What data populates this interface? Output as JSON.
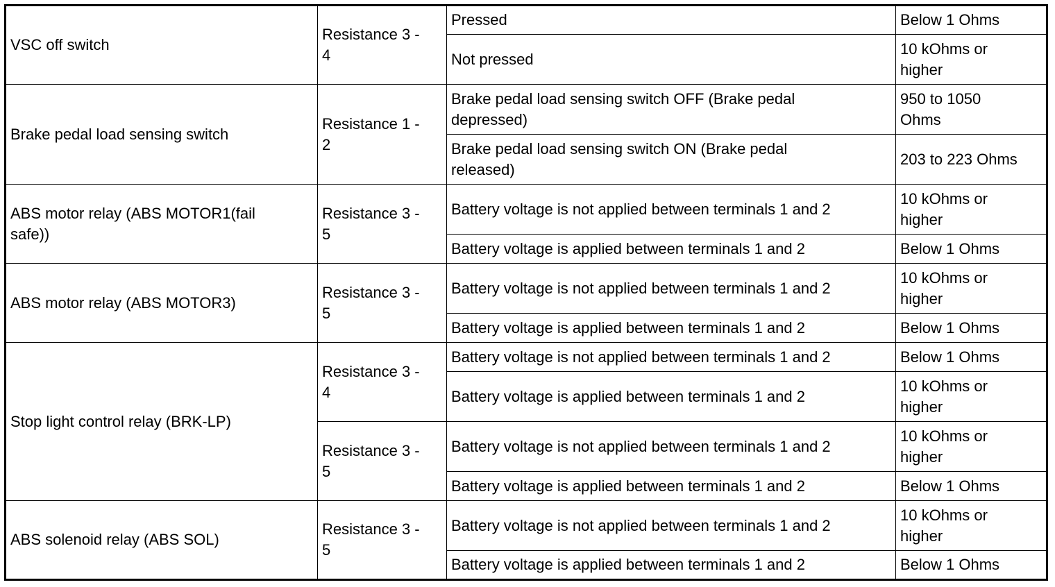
{
  "table": {
    "rows": [
      {
        "component": "VSC off switch",
        "groups": [
          {
            "measurement": "Resistance 3 -\n4",
            "conditions": [
              {
                "condition": "Pressed",
                "value": "Below 1 Ohms"
              },
              {
                "condition": "Not pressed",
                "value": "10 kOhms or\nhigher"
              }
            ]
          }
        ]
      },
      {
        "component": "Brake pedal load sensing switch",
        "groups": [
          {
            "measurement": "Resistance 1 -\n2",
            "conditions": [
              {
                "condition": "Brake pedal load sensing switch OFF (Brake pedal\ndepressed)",
                "value": "950 to 1050\nOhms"
              },
              {
                "condition": "Brake pedal load sensing switch ON (Brake pedal\nreleased)",
                "value": "203 to 223 Ohms"
              }
            ]
          }
        ]
      },
      {
        "component": "ABS motor relay (ABS MOTOR1(fail\nsafe))",
        "groups": [
          {
            "measurement": "Resistance 3 -\n5",
            "conditions": [
              {
                "condition": "Battery voltage is not applied between terminals 1 and 2",
                "value": "10 kOhms or\nhigher"
              },
              {
                "condition": "Battery voltage is applied between terminals 1 and 2",
                "value": "Below 1 Ohms"
              }
            ]
          }
        ]
      },
      {
        "component": "ABS motor relay (ABS MOTOR3)",
        "groups": [
          {
            "measurement": "Resistance 3 -\n5",
            "conditions": [
              {
                "condition": "Battery voltage is not applied between terminals 1 and 2",
                "value": "10 kOhms or\nhigher"
              },
              {
                "condition": "Battery voltage is applied between terminals 1 and 2",
                "value": "Below 1 Ohms"
              }
            ]
          }
        ]
      },
      {
        "component": "Stop light control relay (BRK-LP)",
        "groups": [
          {
            "measurement": "Resistance 3 -\n4",
            "conditions": [
              {
                "condition": "Battery voltage is not applied between terminals 1 and 2",
                "value": "Below 1 Ohms"
              },
              {
                "condition": "Battery voltage is applied between terminals 1 and 2",
                "value": "10 kOhms or\nhigher"
              }
            ]
          },
          {
            "measurement": "Resistance 3 -\n5",
            "conditions": [
              {
                "condition": "Battery voltage is not applied between terminals 1 and 2",
                "value": "10 kOhms or\nhigher"
              },
              {
                "condition": "Battery voltage is applied between terminals 1 and 2",
                "value": "Below 1 Ohms"
              }
            ]
          }
        ]
      },
      {
        "component": "ABS solenoid relay (ABS SOL)",
        "groups": [
          {
            "measurement": "Resistance 3 -\n5",
            "conditions": [
              {
                "condition": "Battery voltage is not applied between terminals 1 and 2",
                "value": "10 kOhms or\nhigher"
              },
              {
                "condition": "Battery voltage is applied between terminals 1 and 2",
                "value": "Below 1 Ohms"
              }
            ]
          }
        ]
      }
    ]
  }
}
